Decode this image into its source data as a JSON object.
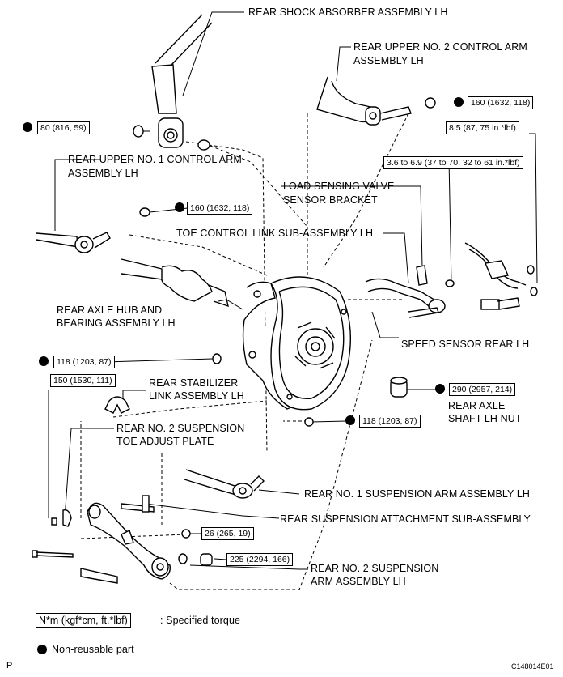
{
  "labels": {
    "shock": "REAR SHOCK ABSORBER ASSEMBLY LH",
    "upper2_l1": "REAR UPPER NO. 2 CONTROL ARM",
    "upper2_l2": "ASSEMBLY LH",
    "upper1_l1": "REAR UPPER NO. 1 CONTROL ARM",
    "upper1_l2": "ASSEMBLY LH",
    "lsv_l1": "LOAD SENSING VALVE",
    "lsv_l2": "SENSOR BRACKET",
    "toe_link": "TOE CONTROL LINK SUB-ASSEMBLY LH",
    "hub_l1": "REAR AXLE HUB AND",
    "hub_l2": "BEARING ASSEMBLY LH",
    "speed_sensor": "SPEED SENSOR REAR LH",
    "stab_l1": "REAR STABILIZER",
    "stab_l2": "LINK ASSEMBLY LH",
    "axle_nut_l1": "REAR AXLE",
    "axle_nut_l2": "SHAFT LH NUT",
    "toe_plate_l1": "REAR NO. 2 SUSPENSION",
    "toe_plate_l2": "TOE ADJUST PLATE",
    "arm1": "REAR NO. 1 SUSPENSION ARM ASSEMBLY LH",
    "attach": "REAR SUSPENSION ATTACHMENT SUB-ASSEMBLY",
    "arm2_l1": "REAR NO. 2 SUSPENSION",
    "arm2_l2": "ARM ASSEMBLY LH"
  },
  "torques": {
    "t80": "80 (816, 59)",
    "t160_top": "160 (1632, 118)",
    "t85": "8.5 (87, 75 in.*lbf)",
    "t36": "3.6 to 6.9 (37 to 70, 32 to 61 in.*lbf)",
    "t160_mid": "160 (1632, 118)",
    "t118_left": "118 (1203, 87)",
    "t150": "150 (1530, 111)",
    "t290": "290 (2957, 214)",
    "t118_right": "118 (1203, 87)",
    "t26": "26 (265, 19)",
    "t225": "225 (2294, 166)"
  },
  "legend": {
    "unit_box": "N*m (kgf*cm, ft.*lbf)",
    "unit_text": ": Specified torque",
    "nonreusable": "Non-reusable part"
  },
  "corner": {
    "left": "P",
    "right": "C148014E01"
  }
}
